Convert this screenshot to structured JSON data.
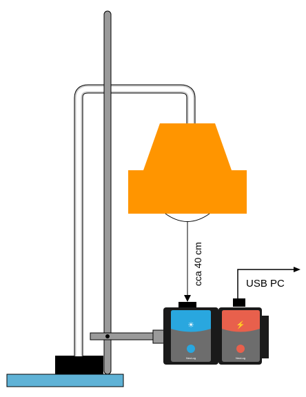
{
  "labels": {
    "distance": "cca 40 cm",
    "usb": "USB PC"
  },
  "sensors": [
    {
      "brand": "NeuLog",
      "icon": "light-sensor-icon",
      "accent": "#29a7df"
    },
    {
      "brand": "NeuLog",
      "icon": "usb-module-icon",
      "accent": "#e8604c"
    }
  ],
  "colors": {
    "lamp": "#ff9500",
    "pole": "#9a9a9a",
    "arm": "#ffffff",
    "base": "#5fb2d6",
    "block": "#000000",
    "device_body": "#1a1a1a",
    "device_panel": "#6d6d6d"
  }
}
